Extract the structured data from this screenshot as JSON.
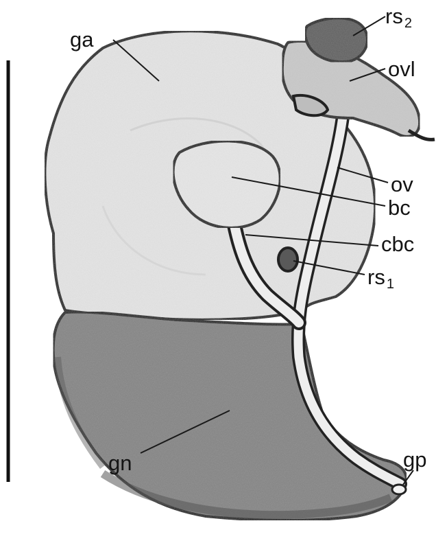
{
  "figure": {
    "labels": {
      "ga": "ga",
      "gn": "gn",
      "ov": "ov",
      "ovl": "ovl",
      "bc": "bc",
      "cbc": "cbc",
      "rs1_base": "rs",
      "rs1_sub": "1",
      "rs2_base": "rs",
      "rs2_sub": "2",
      "gp": "gp"
    },
    "colors": {
      "gland_albumen": "#e4e4e4",
      "gland_nidamental": "#858585",
      "gland_nidamental_rim": "#555555",
      "bursa": "#e6e6e6",
      "ovary": "#c9c9c9",
      "receptacle_2": "#606060",
      "duct": "#eeeeee",
      "outline": "#222222"
    },
    "scale_bar": {
      "present": true
    }
  }
}
